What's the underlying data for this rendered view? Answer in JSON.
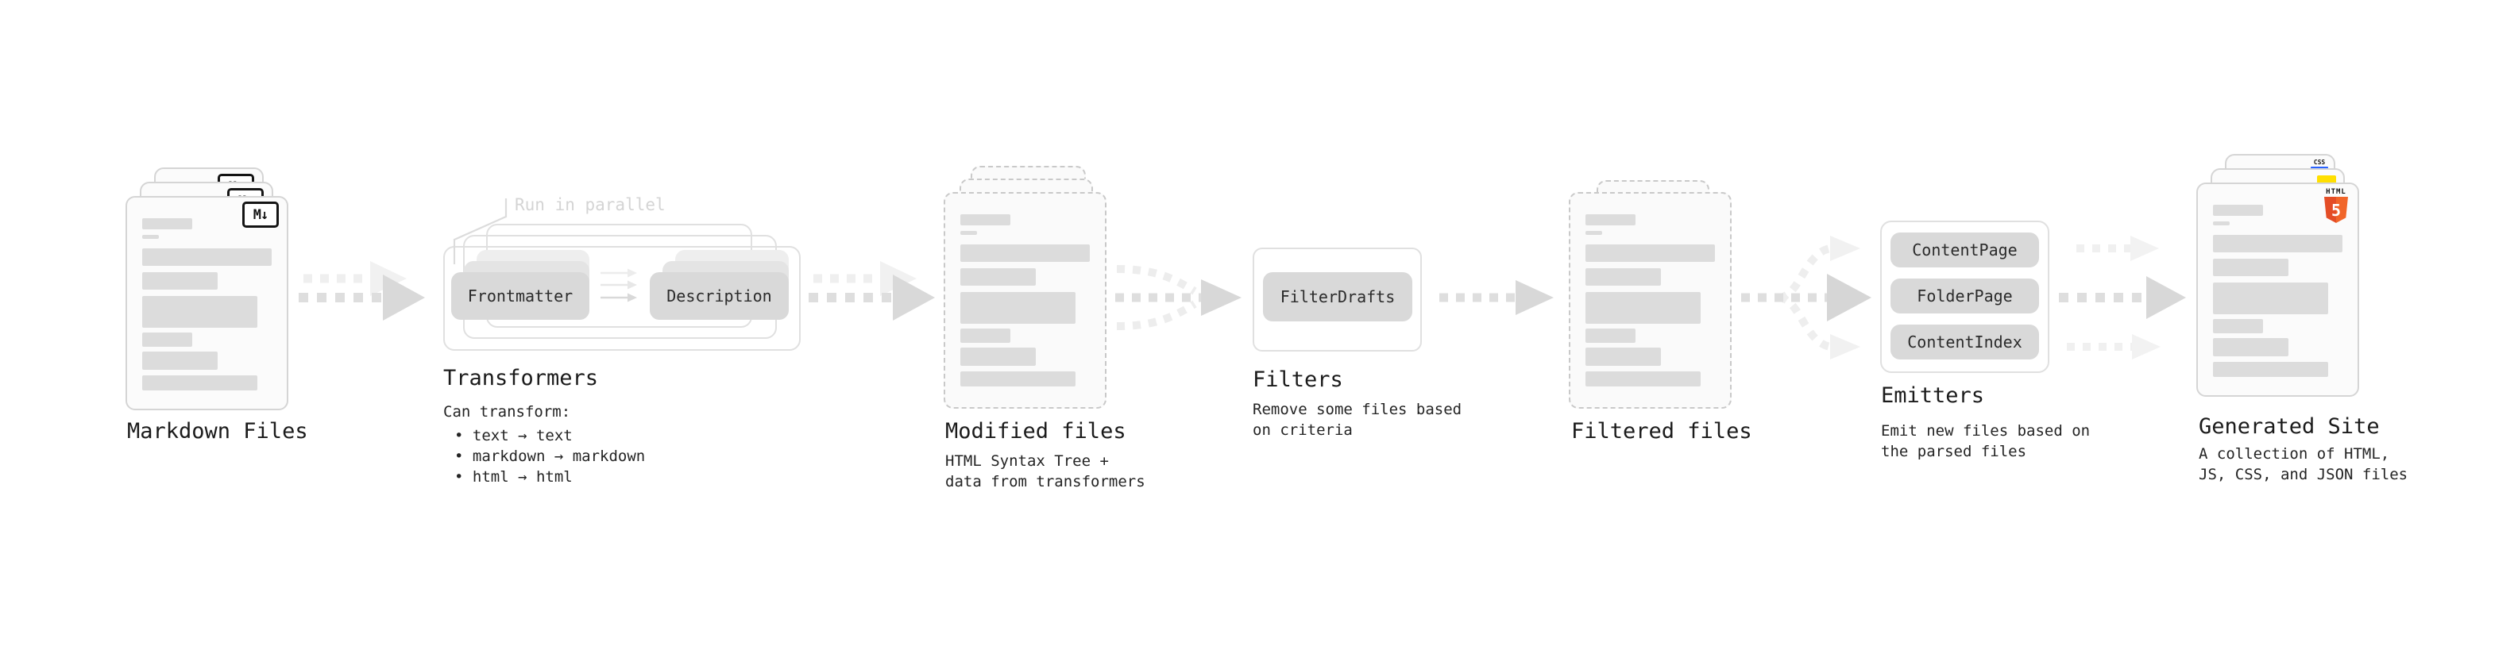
{
  "stages": {
    "markdown": {
      "label": "Markdown Files"
    },
    "transformers": {
      "callout": "Run in parallel",
      "transformer_a": "Frontmatter",
      "transformer_b": "Description",
      "label": "Transformers",
      "desc_title": "Can transform:",
      "bullets": [
        "• text → text",
        "• markdown → markdown",
        "• html → html"
      ]
    },
    "modified": {
      "label": "Modified files",
      "desc_line1": "HTML Syntax Tree +",
      "desc_line2": "data from transformers"
    },
    "filters": {
      "button": "FilterDrafts",
      "label": "Filters",
      "desc_line1": "Remove some files based",
      "desc_line2": "on criteria"
    },
    "filtered": {
      "label": "Filtered files"
    },
    "emitters": {
      "buttons": [
        "ContentPage",
        "FolderPage",
        "ContentIndex"
      ],
      "label": "Emitters",
      "desc_line1": "Emit new files based on",
      "desc_line2": "the parsed files"
    },
    "generated": {
      "label": "Generated Site",
      "desc_line1": "A collection of HTML,",
      "desc_line2": "JS, CSS, and JSON files"
    }
  },
  "icons": {
    "markdown_label": "M↓",
    "css_label": "CSS",
    "html5_caption": "HTML",
    "html5_number": "5"
  },
  "colors": {
    "html5_orange_dark": "#e44d26",
    "html5_orange_light": "#f16529",
    "js_yellow": "#ffdf00",
    "css_blue": "#2962ff"
  }
}
